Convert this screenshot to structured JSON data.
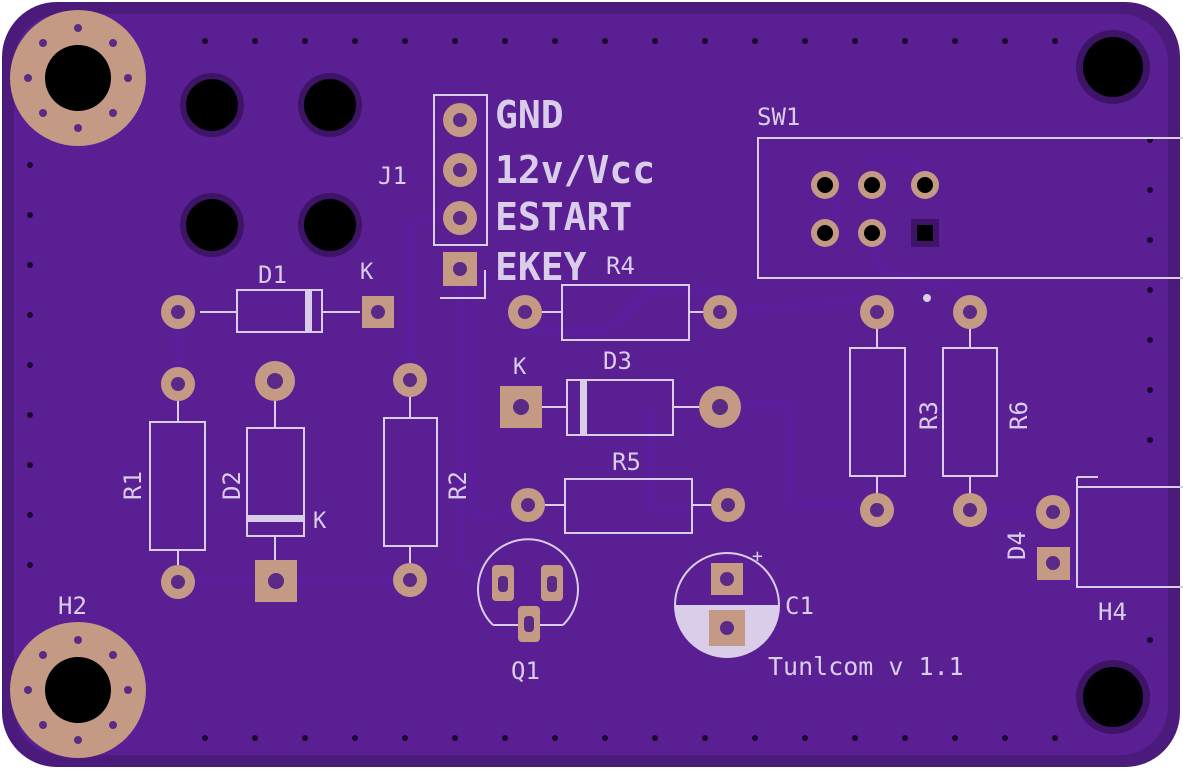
{
  "board": {
    "colors": {
      "substrate": "#4a1b7a",
      "copper_fill": "#5a1f93",
      "trace": "#5b1f9b",
      "silkscreen": "#d9cdea",
      "pad": "#c49a84",
      "hole": "#000000"
    },
    "connector_labels": [
      "GND",
      "12v/Vcc",
      "ESTART",
      "EKEY"
    ],
    "designators": {
      "j1": "J1",
      "sw1": "SW1",
      "d1": "D1",
      "d1_k": "K",
      "d2": "D2",
      "d2_k": "K",
      "d3": "D3",
      "d3_k": "K",
      "d4": "D4",
      "r1": "R1",
      "r2": "R2",
      "r3": "R3",
      "r4": "R4",
      "r5": "R5",
      "r6": "R6",
      "q1": "Q1",
      "c1": "C1",
      "c1_plus": "+",
      "h2": "H2",
      "h4": "H4"
    },
    "version_text": "Tunlcom v 1.1"
  }
}
